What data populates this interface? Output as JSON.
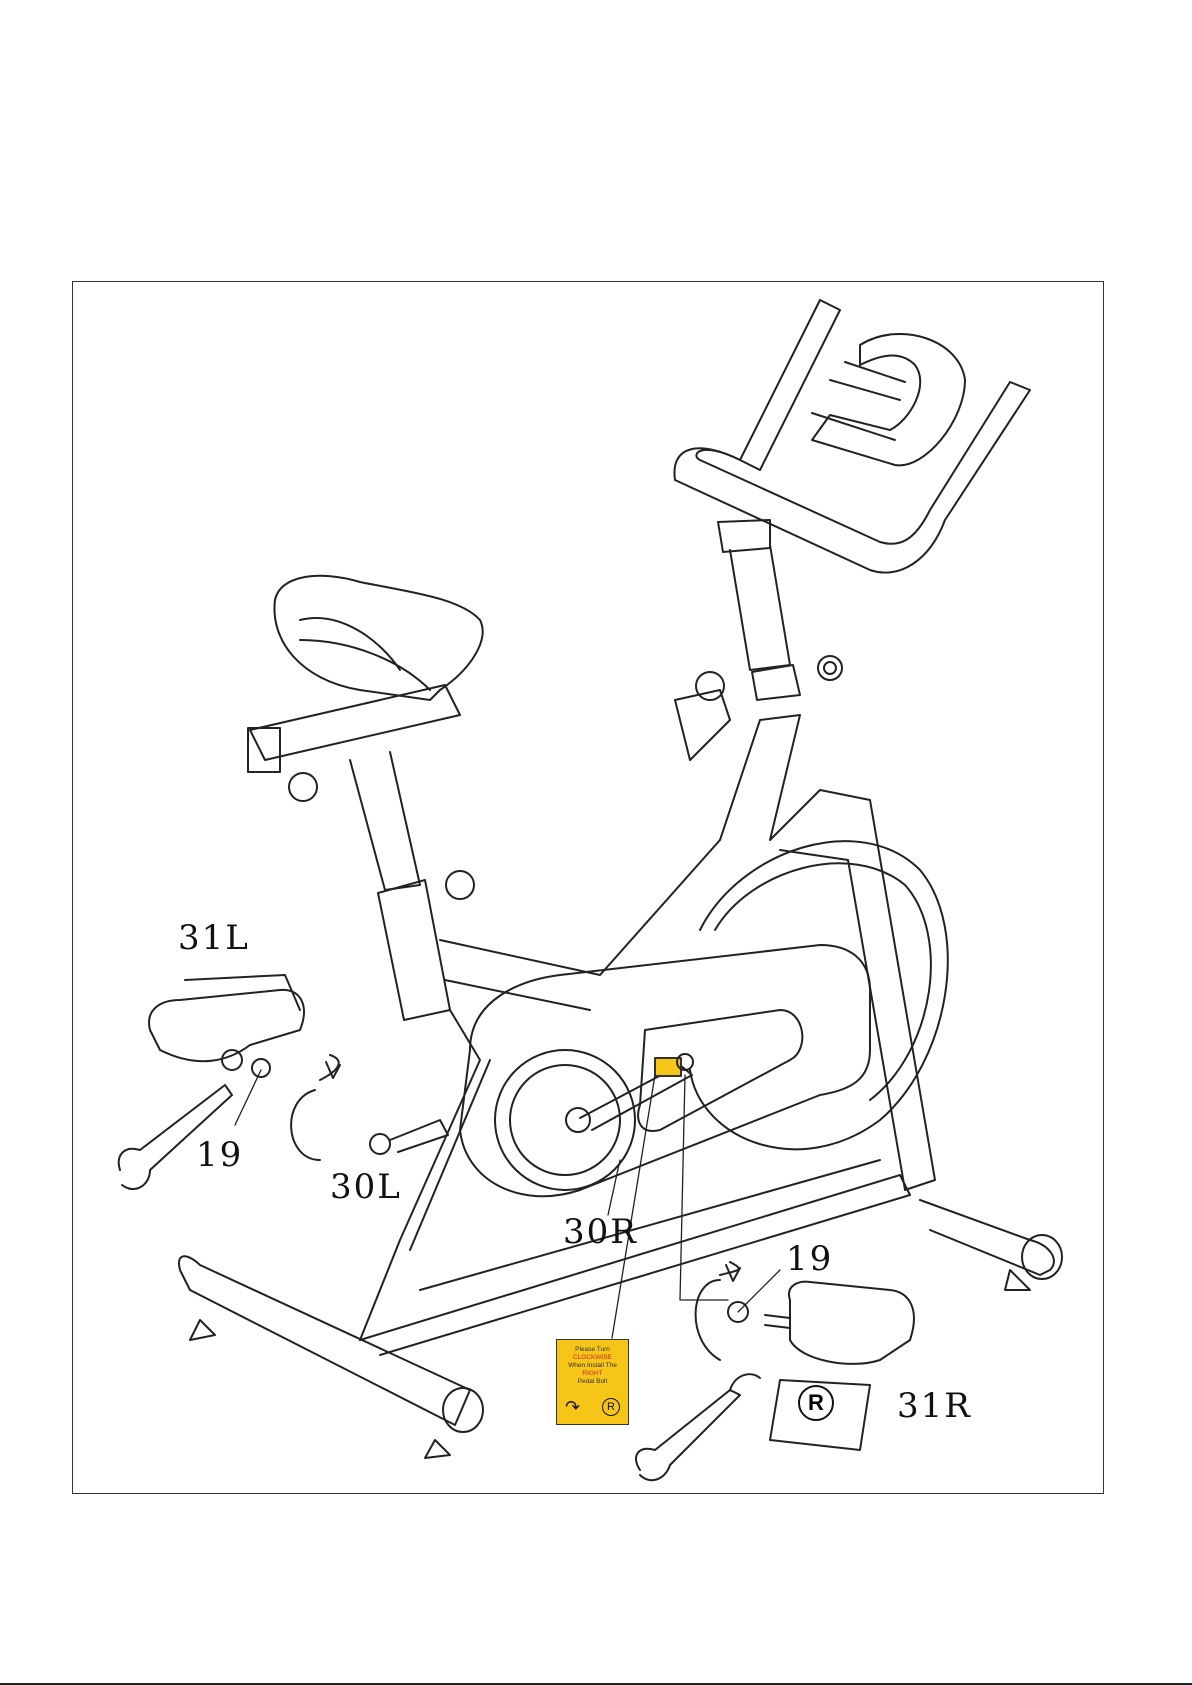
{
  "labels": {
    "left_pedal": "31L",
    "left_washer": "19",
    "left_crank": "30L",
    "right_crank": "30R",
    "right_washer": "19",
    "right_pedal": "31R"
  },
  "warning_sticker": {
    "line1": "Please Turn",
    "line2": "CLOCKWISE",
    "line3": "When Install The",
    "line4": "RIGHT",
    "line5": "Pedal Bolt",
    "arrow_icon": "clockwise-arrow-icon",
    "mark": "R"
  },
  "right_pedal_mark": "R"
}
